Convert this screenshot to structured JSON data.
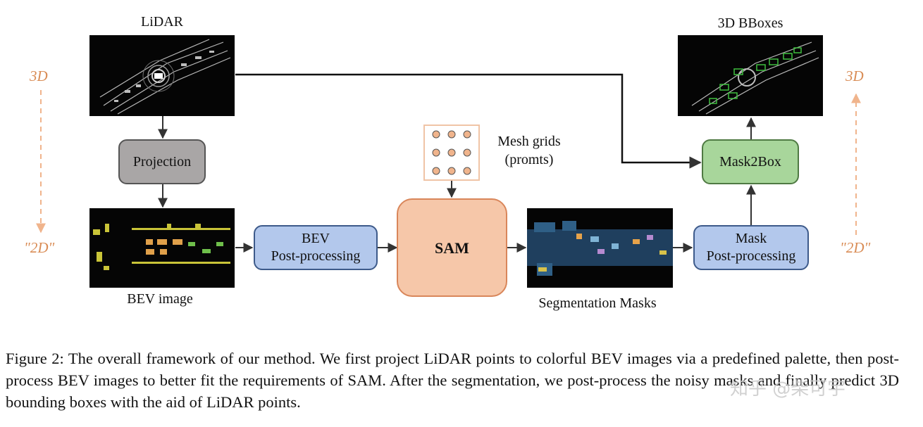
{
  "figure": {
    "labels": {
      "lidar": "LiDAR",
      "bev_image": "BEV image",
      "bboxes_3d": "3D BBoxes",
      "segmentation_masks": "Segmentation Masks",
      "mesh_grids_line1": "Mesh grids",
      "mesh_grids_line2": "(promts)"
    },
    "nodes": {
      "projection": "Projection",
      "bev_post_line1": "BEV",
      "bev_post_line2": "Post-processing",
      "sam": "SAM",
      "mask_post_line1": "Mask",
      "mask_post_line2": "Post-processing",
      "mask2box": "Mask2Box"
    },
    "dimension_labels": {
      "left_top": "3D",
      "left_bottom": "\"2D\"",
      "right_top": "3D",
      "right_bottom": "\"2D\""
    },
    "colors": {
      "projection_fill": "#a9a6a6",
      "bev_post_fill": "#b3c8ec",
      "sam_fill": "#f6c7a9",
      "sam_border": "#d9865a",
      "mask2box_fill": "#a8d69b",
      "dim_label": "#d98c55",
      "prompt_dot": "#f0b48c"
    }
  },
  "caption": {
    "text": "Figure 2: The overall framework of our method. We first project LiDAR points to colorful BEV images via a predefined palette, then post-process BEV images to better fit the requirements of SAM. After the segmentation, we post-process the noisy masks and finally predict 3D bounding boxes with the aid of LiDAR points."
  },
  "watermark": {
    "text": "知乎 @柴可宇"
  }
}
